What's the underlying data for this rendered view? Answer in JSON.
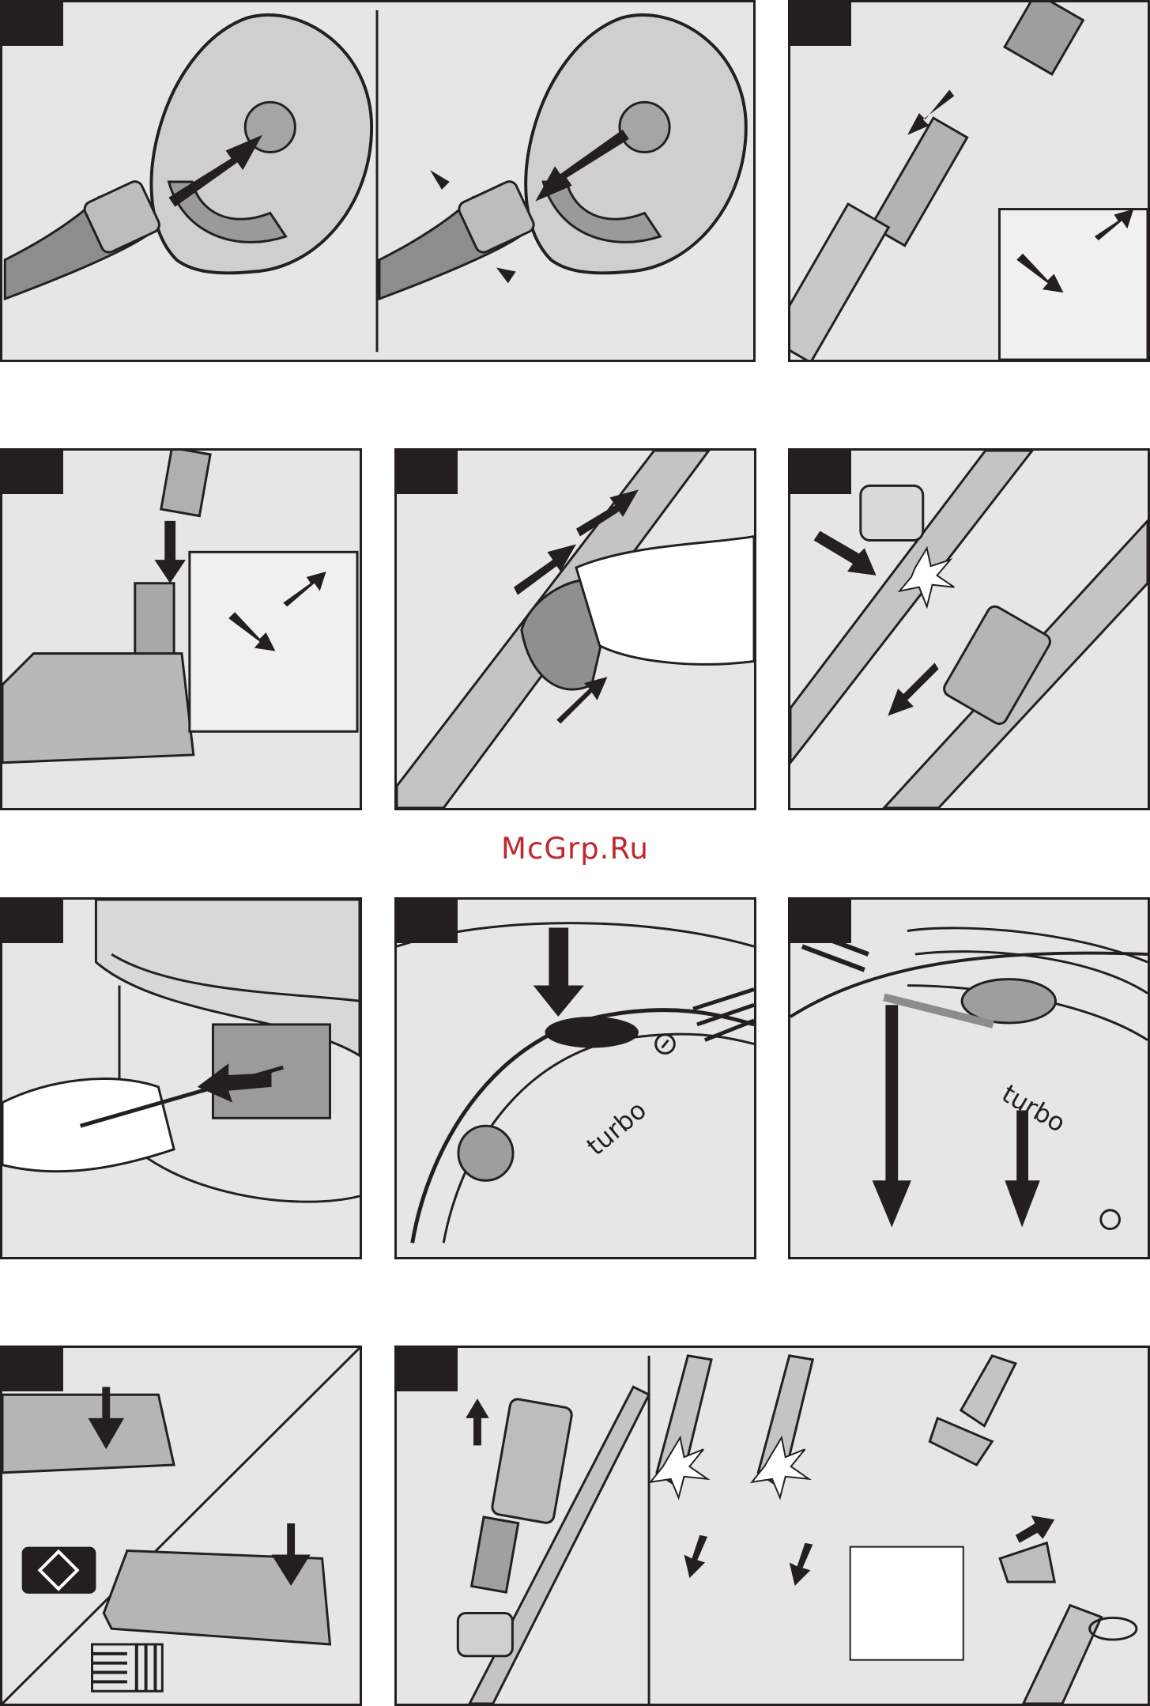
{
  "watermark": "McGrp.Ru",
  "panels": [
    {
      "id": "hose-connect"
    },
    {
      "id": "tube-to-hose"
    },
    {
      "id": "floorhead-attach"
    },
    {
      "id": "telescopic-adjust"
    },
    {
      "id": "tube-clips"
    },
    {
      "id": "cable-pull"
    },
    {
      "id": "power-on"
    },
    {
      "id": "turbo-slider"
    },
    {
      "id": "floorhead-switch"
    },
    {
      "id": "accessories"
    }
  ],
  "labels": {
    "turbo_a": "turbo",
    "turbo_b": "turbo"
  },
  "colors": {
    "panel_bg": "#e6e6e6",
    "ink": "#231f20",
    "watermark": "#c1272d"
  },
  "icons": {
    "arrow": "filled-arrow-icon",
    "spark": "click-spark-icon",
    "power": "power-symbol-icon"
  }
}
